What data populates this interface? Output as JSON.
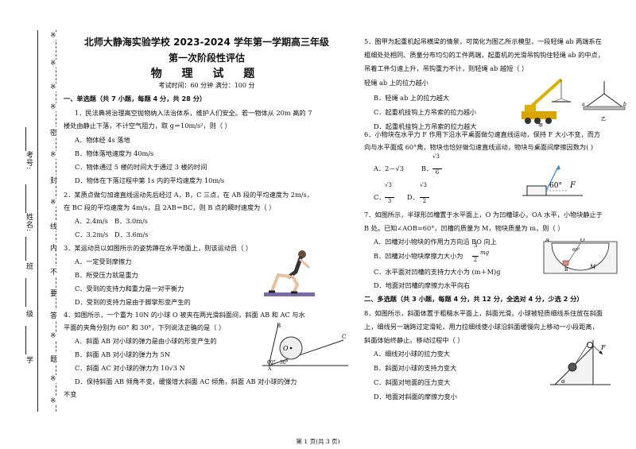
{
  "binding": {
    "marks": [
      "※",
      "※",
      "※",
      "※",
      "※",
      "※",
      "※",
      "※",
      "※",
      "※",
      "※",
      "※",
      "※",
      "※",
      "※",
      "※",
      "※",
      "※",
      "※"
    ],
    "mark_words": [
      "密",
      "封",
      "线",
      "内",
      "不",
      "要",
      "答",
      "题"
    ],
    "exam_no_label": "考号:",
    "name_label": "姓名:",
    "class_label": "班",
    "grade_label": "级",
    "school_label": "学"
  },
  "header": {
    "title_line1": "北师大静海实验学校 2023-2024 学年第一学期高三年级",
    "title_line2": "第一次阶段性评估",
    "title_line3": "物 理 试 题",
    "meta": "考试时间：60 分钟     满分：100 分"
  },
  "section1": "一、单选题（共 7 小题，每题 4 分，共 28 分）",
  "q1": {
    "line1": "1．民法典将治理高空抛物纳入法治体系，维护人们安全。若一物体从 20m 高的 7",
    "line2": "楼处由静止下落，不计空气阻力，取 g＝10m/s²，则（     ）",
    "A": "A．物体经 4s 落地",
    "B": "B．物体落地速度为 40m/s",
    "C": "C．物体通过 5 楼的时间大于通过 3 楼的时间",
    "D": "D．物体在下落过程中第 1s 内的平均速度为 10m/s"
  },
  "q2": {
    "line1": "2．某质点做匀加速直线运动先后经过 A，B，C 三点，在 AB 段的平均速度为 2m/s，",
    "line2": "在 BC 段的平均速度为 4m/s，且 2AB＝BC，则 B 点的瞬时速度为（     ）",
    "A": "A．2.4m/s",
    "B": "B．3.0m/s",
    "C": "C．3.2m/s",
    "D": "D．3.6m/s"
  },
  "q3": {
    "line1": "3．某运动员以如图所示的姿势蹲在水平地面上，则该运动员（     ）",
    "A": "A．一定受到摩擦力",
    "B": "B．所受压力就是重力",
    "C": "C．受到的支持力和重力是一对平衡力",
    "D": "D．受到的支持力是由于脚掌形变产生的"
  },
  "q4": {
    "line1": "4．如图所示，一个重为 10N 的小球 O 被夹在两光滑斜面间，斜面 AB 和 AC 与水",
    "line2": "平面的夹角分别为 60° 和 30°，下列说法正确的是（     ）",
    "A": "A．斜面 AB 对小球的弹力是由小球的形变产生的",
    "B": "B．斜面 AB 对小球的弹力为 5N",
    "C": "C．斜面 AC 对小球的弹力为 10√3 N",
    "D": "D．保持斜面 AB 倾角不变，缓慢增大斜面 AC 倾角，斜面 AB 对小球的弹力",
    "D2": "不变",
    "fig_labels": [
      "B",
      "C",
      "O",
      "60°",
      "30°",
      "A"
    ]
  },
  "q5": {
    "line1": "5．图甲为起重机起吊横梁的情景，可简化为图乙所示模型，一段轻绳 ab 两端系在",
    "line2": "粗细处处相同、质量分布均匀的工件两端，起重机的光滑吊钩钩住轻绳 ab 的中点，",
    "line3": "吊着工件匀速上升，吊钩重力不计，则轻绳 ab 越短（     ）",
    "A": "轻绳 ab 上的拉力越小",
    "B": "B．轻绳 ab 上的拉力越大",
    "C": "C．起重机挂钩上方吊索的拉力越小",
    "D": "D．起重机挂钩上方吊索的拉力越大",
    "fig_labels": [
      "甲",
      "乙",
      "a",
      "b"
    ]
  },
  "q6": {
    "line1": "6．小物块在水平力 F 作用下沿水平桌面做匀速直线运动，保持 F 大小不变，而方",
    "line2": "向与水平面成 60°角，物块也恰好做匀速直线运动，物块与桌面间摩擦因数为(     )",
    "A": "A．2－√3",
    "B_label": "B．",
    "B_num": "√3",
    "B_den": "6",
    "C_label": "C．",
    "C_num": "√3",
    "C_den": "3",
    "D_label": "D．",
    "D_num": "√3",
    "D_den": "2",
    "fig_angle": "60°",
    "fig_F": "F"
  },
  "q7": {
    "line1": "7．如图所示，半球形凹槽置于水平面上，O 为凹槽球心，OA 水平，小物块静止于",
    "line2": "B 处。已知∠AOB=60°，凹槽的质量为 M，物块质量为 m，则（     ）",
    "A": "A．凹槽对小物块的作用力方向沿 BO 向上",
    "B_pre": "B．凹槽对小物块摩擦力大小为",
    "B_frac_num": "3",
    "B_frac_den": "2",
    "B_post": "mg",
    "C": "C．水平面对凹槽的支持力大小为 (m＋M)g",
    "D": "D．地面对凹槽的摩擦力水平向右",
    "fig_labels": [
      "A",
      "O",
      "60°",
      "B",
      "M"
    ]
  },
  "section2": "二、多选题（共 3 小题，每题 4 分，共 12 分，全选对 4 分，少选 2 分）",
  "q8": {
    "line1": "8．如图所示，斜面体置于粗糙水平面上，斜面光滑。小球被轻质细线系住放在斜面",
    "line2": "上，细线另一端跨过定滑轮，用力拉细线使小球沿斜面缓慢向上移动一小段距离，",
    "line3": "斜面体始终静止。移动过程中（     ）",
    "A": "A．细线对小球的拉力变大",
    "B": "B．斜面对小球的支持力变大",
    "C": "C．斜面对地面的压力变大",
    "D": "D．地面对斜面的摩擦力变小",
    "fig_F": "F",
    "fig_alpha": "α"
  },
  "footer": "第 1 页(共 3 页)"
}
